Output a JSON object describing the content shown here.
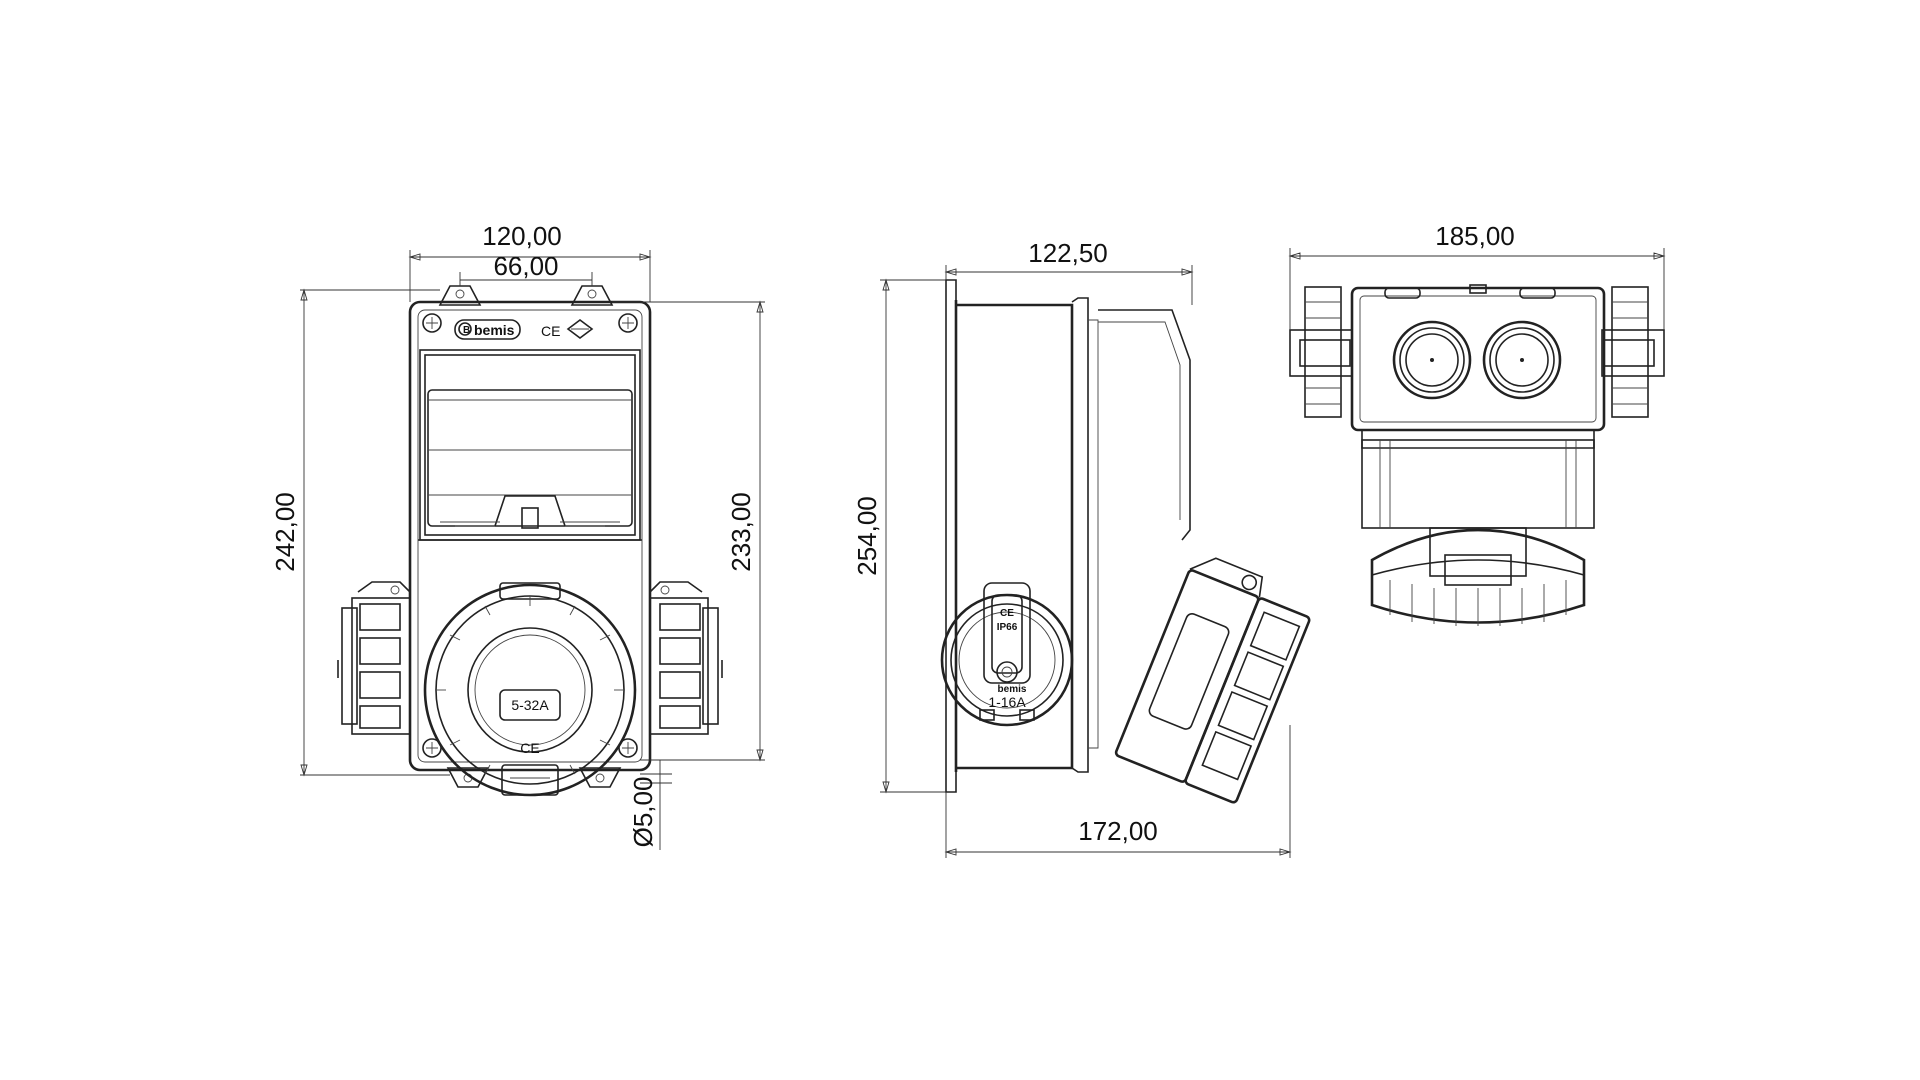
{
  "dimensions": {
    "front_width_overall": "120,00",
    "front_hole_spacing": "66,00",
    "front_height_overall": "242,00",
    "front_height_inner": "233,00",
    "front_hole_diameter": "Ø5,00",
    "side_depth_top": "122,50",
    "side_height": "254,00",
    "side_depth_bottom": "172,00",
    "top_width": "185,00"
  },
  "labels": {
    "front_socket_rating": "5-32A",
    "front_socket_mark": "CE",
    "front_brand": "bemis",
    "front_cert_mark": "CE",
    "side_socket_rating": "1-16A",
    "side_socket_ce": "CE",
    "side_socket_ip": "IP66",
    "side_brand": "bemis"
  }
}
